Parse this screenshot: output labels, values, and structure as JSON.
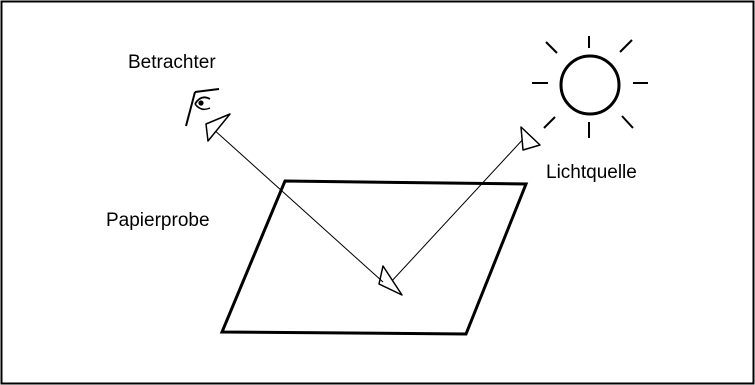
{
  "labels": {
    "observer": "Betrachter",
    "light_source": "Lichtquelle",
    "paper_sample": "Papierprobe"
  },
  "colors": {
    "line": "#000000",
    "background": "#ffffff"
  },
  "icons": {
    "observer": "eye-icon",
    "light_source": "sun-icon"
  }
}
